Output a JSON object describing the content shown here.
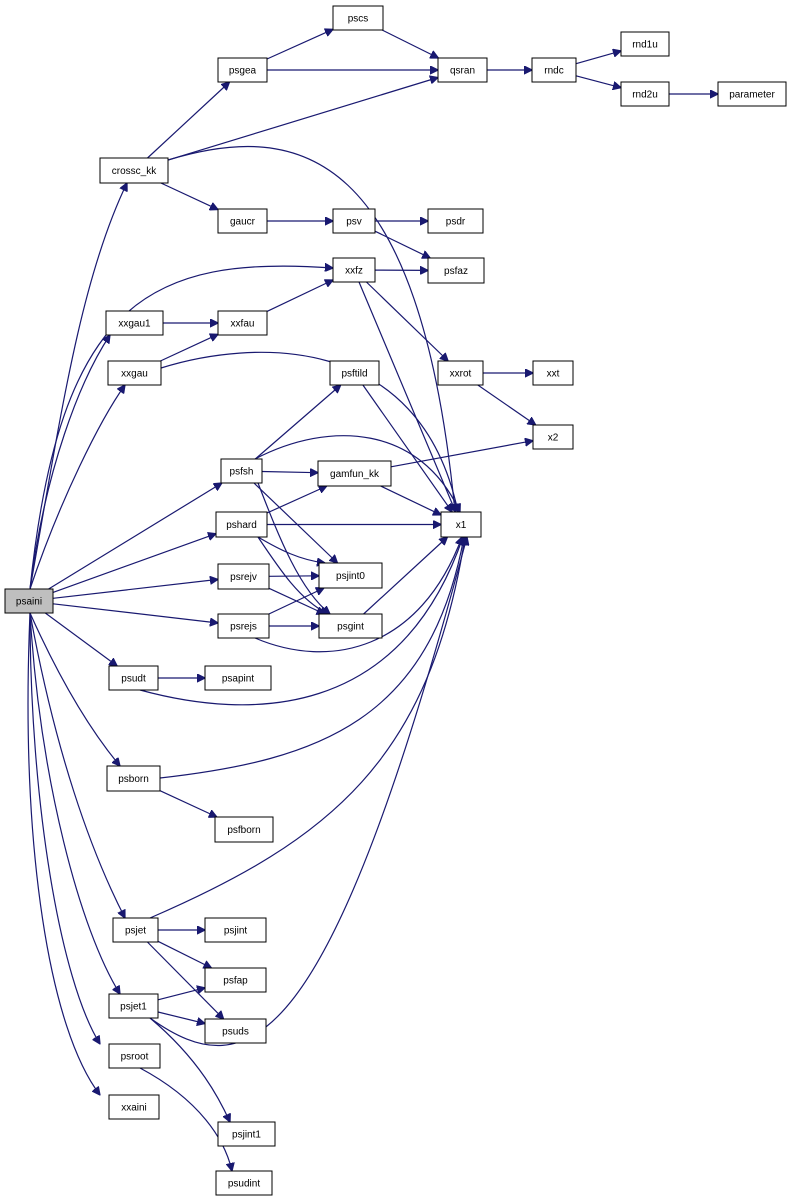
{
  "nodes": [
    {
      "id": "psaini",
      "label": "psaini",
      "root": true
    },
    {
      "id": "crossc_kk",
      "label": "crossc_kk"
    },
    {
      "id": "psgea",
      "label": "psgea"
    },
    {
      "id": "pscs",
      "label": "pscs"
    },
    {
      "id": "qsran",
      "label": "qsran"
    },
    {
      "id": "rndc",
      "label": "rndc"
    },
    {
      "id": "rnd1u",
      "label": "rnd1u"
    },
    {
      "id": "rnd2u",
      "label": "rnd2u"
    },
    {
      "id": "parameter",
      "label": "parameter"
    },
    {
      "id": "gaucr",
      "label": "gaucr"
    },
    {
      "id": "psv",
      "label": "psv"
    },
    {
      "id": "psdr",
      "label": "psdr"
    },
    {
      "id": "xxfz",
      "label": "xxfz"
    },
    {
      "id": "psfaz",
      "label": "psfaz"
    },
    {
      "id": "xxgau1",
      "label": "xxgau1"
    },
    {
      "id": "xxfau",
      "label": "xxfau"
    },
    {
      "id": "xxgau",
      "label": "xxgau"
    },
    {
      "id": "xxrot",
      "label": "xxrot"
    },
    {
      "id": "xxt",
      "label": "xxt"
    },
    {
      "id": "psftild",
      "label": "psftild"
    },
    {
      "id": "x2",
      "label": "x2"
    },
    {
      "id": "psfsh",
      "label": "psfsh"
    },
    {
      "id": "gamfun_kk",
      "label": "gamfun_kk"
    },
    {
      "id": "pshard",
      "label": "pshard"
    },
    {
      "id": "x1",
      "label": "x1"
    },
    {
      "id": "psrejv",
      "label": "psrejv"
    },
    {
      "id": "psjint0",
      "label": "psjint0"
    },
    {
      "id": "psrejs",
      "label": "psrejs"
    },
    {
      "id": "psgint",
      "label": "psgint"
    },
    {
      "id": "psudt",
      "label": "psudt"
    },
    {
      "id": "psapint",
      "label": "psapint"
    },
    {
      "id": "psborn",
      "label": "psborn"
    },
    {
      "id": "psfborn",
      "label": "psfborn"
    },
    {
      "id": "psjet",
      "label": "psjet"
    },
    {
      "id": "psjint",
      "label": "psjint"
    },
    {
      "id": "psfap",
      "label": "psfap"
    },
    {
      "id": "psjet1",
      "label": "psjet1"
    },
    {
      "id": "psuds",
      "label": "psuds"
    },
    {
      "id": "psroot",
      "label": "psroot"
    },
    {
      "id": "xxaini",
      "label": "xxaini"
    },
    {
      "id": "psjint1",
      "label": "psjint1"
    },
    {
      "id": "psudint",
      "label": "psudint"
    }
  ],
  "edges": [
    [
      "psaini",
      "crossc_kk"
    ],
    [
      "psaini",
      "xxfz"
    ],
    [
      "psaini",
      "xxgau1"
    ],
    [
      "psaini",
      "xxgau"
    ],
    [
      "psaini",
      "psfsh"
    ],
    [
      "psaini",
      "pshard"
    ],
    [
      "psaini",
      "psrejv"
    ],
    [
      "psaini",
      "psrejs"
    ],
    [
      "psaini",
      "psudt"
    ],
    [
      "psaini",
      "psborn"
    ],
    [
      "psaini",
      "psjet"
    ],
    [
      "psaini",
      "psjet1"
    ],
    [
      "psaini",
      "psroot"
    ],
    [
      "psaini",
      "xxaini"
    ],
    [
      "crossc_kk",
      "psgea"
    ],
    [
      "crossc_kk",
      "qsran"
    ],
    [
      "crossc_kk",
      "gaucr"
    ],
    [
      "crossc_kk",
      "x1"
    ],
    [
      "psgea",
      "pscs"
    ],
    [
      "psgea",
      "qsran"
    ],
    [
      "pscs",
      "qsran"
    ],
    [
      "qsran",
      "rndc"
    ],
    [
      "rndc",
      "rnd1u"
    ],
    [
      "rndc",
      "rnd2u"
    ],
    [
      "rnd2u",
      "parameter"
    ],
    [
      "gaucr",
      "psv"
    ],
    [
      "psv",
      "psdr"
    ],
    [
      "psv",
      "psfaz"
    ],
    [
      "xxfz",
      "psfaz"
    ],
    [
      "xxfz",
      "xxrot"
    ],
    [
      "xxfz",
      "x1"
    ],
    [
      "xxgau1",
      "xxfau"
    ],
    [
      "xxgau",
      "xxfau"
    ],
    [
      "xxgau",
      "x1"
    ],
    [
      "xxfau",
      "xxfz"
    ],
    [
      "xxrot",
      "xxt"
    ],
    [
      "xxrot",
      "x2"
    ],
    [
      "psftild",
      "x1"
    ],
    [
      "psfsh",
      "psftild"
    ],
    [
      "psfsh",
      "gamfun_kk"
    ],
    [
      "psfsh",
      "x1"
    ],
    [
      "psfsh",
      "psjint0"
    ],
    [
      "psfsh",
      "psgint"
    ],
    [
      "gamfun_kk",
      "x2"
    ],
    [
      "gamfun_kk",
      "x1"
    ],
    [
      "pshard",
      "gamfun_kk"
    ],
    [
      "pshard",
      "x1"
    ],
    [
      "pshard",
      "psjint0"
    ],
    [
      "pshard",
      "psgint"
    ],
    [
      "psrejv",
      "psjint0"
    ],
    [
      "psrejv",
      "psgint"
    ],
    [
      "psrejs",
      "psjint0"
    ],
    [
      "psrejs",
      "psgint"
    ],
    [
      "psrejs",
      "x1"
    ],
    [
      "psgint",
      "x1"
    ],
    [
      "psudt",
      "psapint"
    ],
    [
      "psudt",
      "x1"
    ],
    [
      "psborn",
      "x1"
    ],
    [
      "psborn",
      "psfborn"
    ],
    [
      "psjet",
      "x1"
    ],
    [
      "psjet",
      "psjint"
    ],
    [
      "psjet",
      "psfap"
    ],
    [
      "psjet",
      "psuds"
    ],
    [
      "psjet1",
      "psfap"
    ],
    [
      "psjet1",
      "psuds"
    ],
    [
      "psjet1",
      "x1"
    ],
    [
      "psjet1",
      "psjint1"
    ],
    [
      "psroot",
      "psudint"
    ]
  ]
}
